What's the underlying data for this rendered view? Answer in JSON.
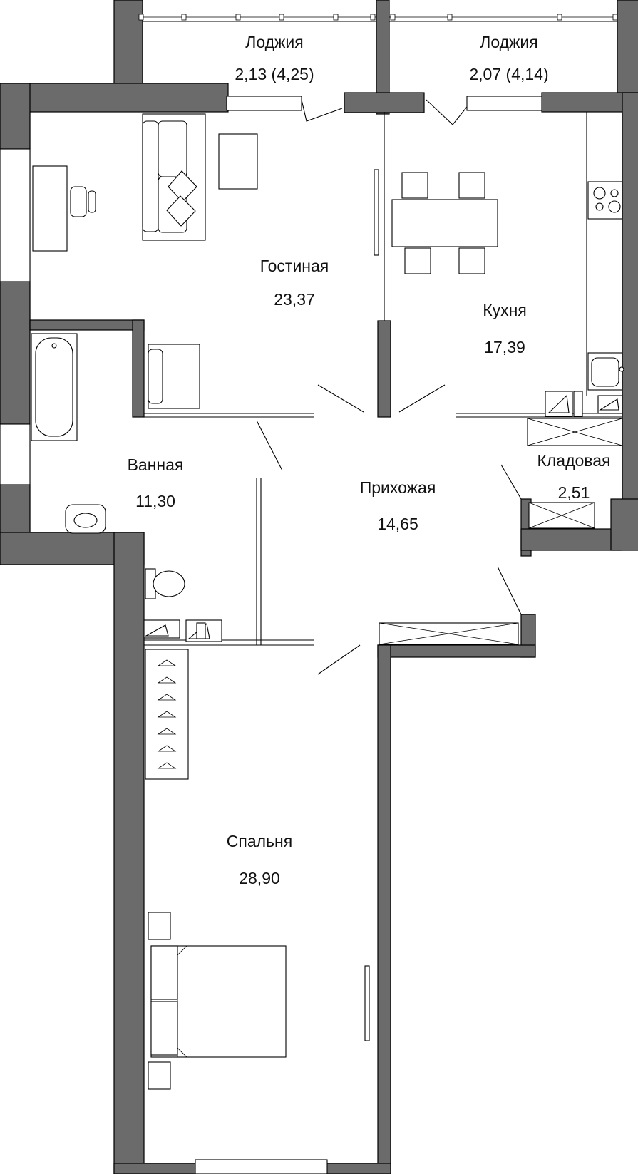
{
  "rooms": {
    "loggia_left": {
      "name": "Лоджия",
      "area": "2,13 (4,25)"
    },
    "loggia_right": {
      "name": "Лоджия",
      "area": "2,07 (4,14)"
    },
    "living": {
      "name": "Гостиная",
      "area": "23,37"
    },
    "kitchen": {
      "name": "Кухня",
      "area": "17,39"
    },
    "bathroom": {
      "name": "Ванная",
      "area": "11,30"
    },
    "hallway": {
      "name": "Прихожая",
      "area": "14,65"
    },
    "storage": {
      "name": "Кладовая",
      "area": "2,51"
    },
    "bedroom": {
      "name": "Спальня",
      "area": "28,90"
    }
  },
  "colors": {
    "wall": "#6b6b6b",
    "stroke": "#000000",
    "background": "#ffffff"
  },
  "icons": [
    "sofa-icon",
    "desk-icon",
    "armchair-icon",
    "dining-table-icon",
    "stove-icon",
    "sink-icon",
    "bathtub-icon",
    "washbasin-icon",
    "toilet-icon",
    "wardrobe-icon",
    "bed-icon",
    "door-icon",
    "window-icon"
  ]
}
